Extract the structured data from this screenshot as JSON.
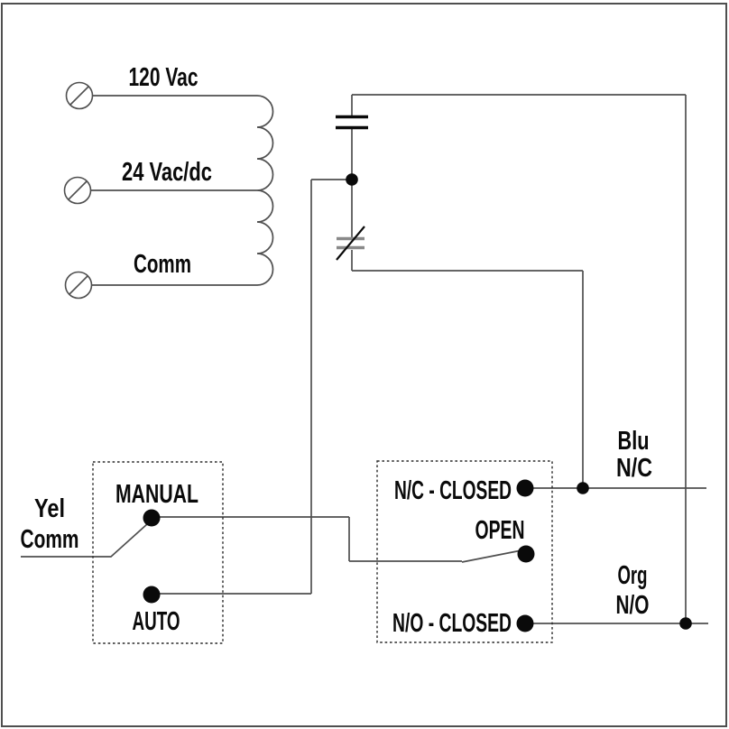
{
  "colors": {
    "background": "#ffffff",
    "wire": "#4f4f4f",
    "text": "#0a0a0a",
    "contact_plate_gray": "#898989",
    "dotted_box": "#2a2a2a"
  },
  "icons": {
    "screw_terminal": "circle-with-diagonal-slash",
    "transformer_coil": "inductor-semicircle-bumps",
    "capacitor": "two-parallel-plates",
    "nc_contact": "two-gray-plates-with-slash",
    "contact_dot": "filled-black-dot",
    "junction_dot": "small-filled-black-dot"
  },
  "power_input": {
    "terminals": [
      {
        "label": "120 Vac"
      },
      {
        "label": "24 Vac/dc"
      },
      {
        "label": "Comm"
      }
    ]
  },
  "mode_switch": {
    "manual_label": "MANUAL",
    "auto_label": "AUTO",
    "common_wire": {
      "line1": "Yel",
      "line2": "Comm"
    }
  },
  "relay_contacts": {
    "nc_closed_label": "N/C - CLOSED",
    "open_label": "OPEN",
    "no_closed_label": "N/O - CLOSED"
  },
  "output_wires": {
    "nc": {
      "color_label": "Blu",
      "contact_label": "N/C"
    },
    "no": {
      "color_label": "Org",
      "contact_label": "N/O"
    }
  }
}
